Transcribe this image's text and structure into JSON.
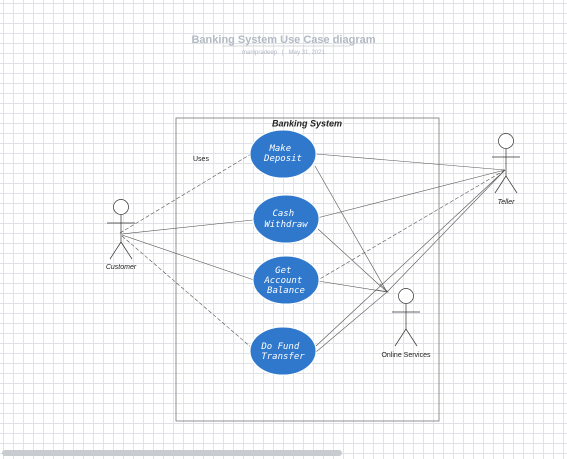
{
  "header": {
    "title": "Banking System Use Case diagram",
    "author": "manipradeep",
    "date": "May 31, 2021"
  },
  "diagram": {
    "system_boundary_label": "Banking System",
    "use_cases": [
      {
        "id": "make-deposit",
        "lines": [
          "Make",
          "Deposit"
        ]
      },
      {
        "id": "cash-withdraw",
        "lines": [
          "Cash",
          "Withdraw"
        ]
      },
      {
        "id": "get-account-balance",
        "lines": [
          "Get",
          "Account",
          "Balance"
        ]
      },
      {
        "id": "do-fund-transfer",
        "lines": [
          "Do Fund",
          "Transfer"
        ]
      }
    ],
    "actors": [
      {
        "id": "customer",
        "label": "Customer"
      },
      {
        "id": "teller",
        "label": "Teller"
      },
      {
        "id": "online-services",
        "label": "Online Services"
      }
    ],
    "relation_label": "Uses",
    "colors": {
      "use_case_fill": "#2f78cc",
      "use_case_text": "#ffffff",
      "line": "#555555",
      "boundary": "#777777"
    }
  }
}
